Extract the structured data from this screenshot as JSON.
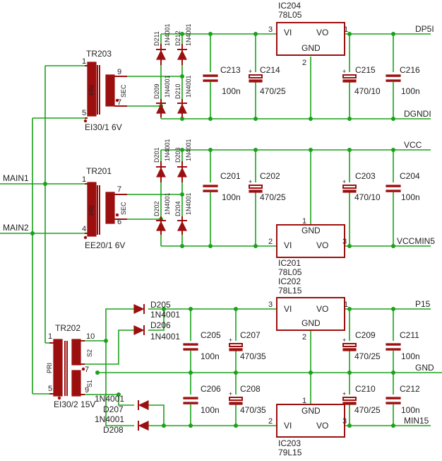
{
  "nets": {
    "dp5i": "DP5I",
    "dgndi": "DGNDI",
    "vcc": "VCC",
    "vccmin5": "VCCMIN5",
    "main1": "MAIN1",
    "main2": "MAIN2",
    "p15": "P15",
    "gnd": "GND",
    "min15": "MIN15"
  },
  "transformers": {
    "tr203": {
      "name": "TR203",
      "value": "EI30/1 6V",
      "pri": "PRI",
      "sec": "SEC",
      "pin1": "1",
      "pin5": "5",
      "pin9": "9",
      "pin7": "7"
    },
    "tr201": {
      "name": "TR201",
      "value": "EE20/1 6V",
      "pri": "PRI",
      "sec": "SEC",
      "pin1": "1",
      "pin4": "4",
      "pin7": "7",
      "pin6": "6"
    },
    "tr202": {
      "name": "TR202",
      "value": "EI30/2 15V",
      "pri": "PRI",
      "s1": "S1",
      "s2": "S2",
      "pin1": "1",
      "pin5": "5",
      "pin10": "10",
      "pin7": "7",
      "pin9": "9"
    }
  },
  "regulators": {
    "ic204": {
      "name": "IC204",
      "value": "78L05",
      "vi": "VI",
      "vo": "VO",
      "gnd": "GND",
      "p1": "1",
      "p2": "2",
      "p3": "3"
    },
    "ic201": {
      "name": "IC201",
      "value": "78L05",
      "vi": "VI",
      "vo": "VO",
      "gnd": "GND",
      "p1": "1",
      "p2": "2",
      "p3": "3"
    },
    "ic202": {
      "name": "IC202",
      "value": "78L15",
      "vi": "VI",
      "vo": "VO",
      "gnd": "GND",
      "p1": "1",
      "p2": "2",
      "p3": "3"
    },
    "ic203": {
      "name": "IC203",
      "value": "79L15",
      "vi": "VI",
      "vo": "VO",
      "gnd": "GND",
      "p1": "1",
      "p2": "2",
      "p3": "3"
    }
  },
  "capacitors": {
    "c213": {
      "name": "C213",
      "value": "100n"
    },
    "c214": {
      "name": "C214",
      "value": "470/25"
    },
    "c215": {
      "name": "C215",
      "value": "470/10"
    },
    "c216": {
      "name": "C216",
      "value": "100n"
    },
    "c201": {
      "name": "C201",
      "value": "100n"
    },
    "c202": {
      "name": "C202",
      "value": "470/25"
    },
    "c203": {
      "name": "C203",
      "value": "470/10"
    },
    "c204": {
      "name": "C204",
      "value": "100n"
    },
    "c205": {
      "name": "C205",
      "value": "100n"
    },
    "c207": {
      "name": "C207",
      "value": "470/35"
    },
    "c209": {
      "name": "C209",
      "value": "470/25"
    },
    "c211": {
      "name": "C211",
      "value": "100n"
    },
    "c206": {
      "name": "C206",
      "value": "100n"
    },
    "c208": {
      "name": "C208",
      "value": "470/35"
    },
    "c210": {
      "name": "C210",
      "value": "470/25"
    },
    "c212": {
      "name": "C212",
      "value": "100n"
    }
  },
  "diodes": {
    "d211": {
      "name": "D211",
      "value": "1N4001"
    },
    "d212": {
      "name": "D212",
      "value": "1N4001"
    },
    "d209": {
      "name": "D209",
      "value": "1N4001"
    },
    "d210": {
      "name": "D210",
      "value": "1N4001"
    },
    "d201": {
      "name": "D201",
      "value": "1N4001"
    },
    "d203": {
      "name": "D203",
      "value": "1N4001"
    },
    "d202": {
      "name": "D202",
      "value": "1N4001"
    },
    "d204": {
      "name": "D204",
      "value": "1N4001"
    },
    "d205": {
      "name": "D205",
      "value": "1N4001"
    },
    "d206": {
      "name": "D206",
      "value": "1N4001"
    },
    "d207": {
      "name": "D207",
      "value": "1N4001"
    },
    "d208": {
      "name": "D208",
      "value": "1N4001"
    }
  },
  "plus_sign": "+",
  "colors": {
    "wire": "#1aa21a",
    "part": "#9c0f0f",
    "text": "#222222"
  }
}
